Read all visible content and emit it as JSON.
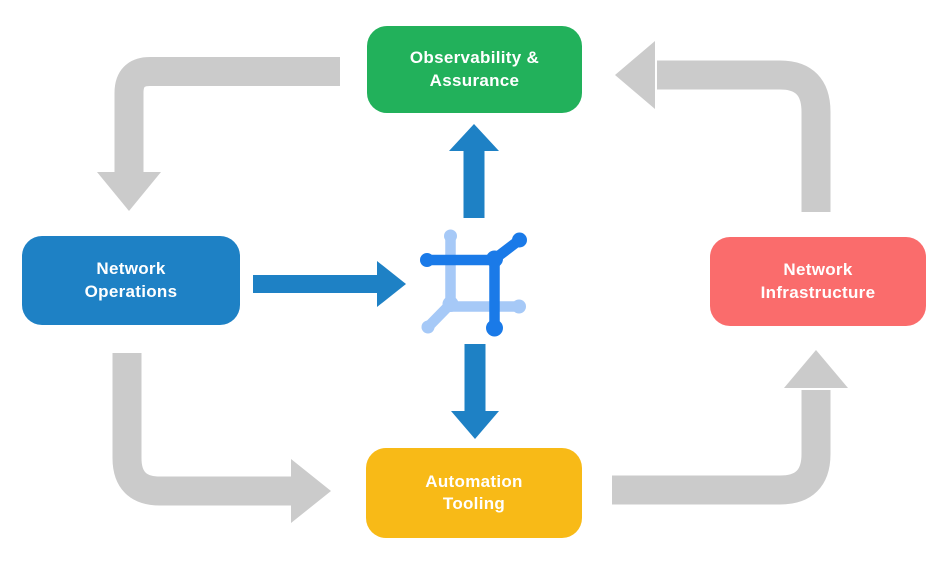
{
  "colors": {
    "background": "#FFFFFF",
    "green": "#22B15B",
    "blue": "#1E81C5",
    "red": "#FA6C6C",
    "yellow": "#F8BA17",
    "arrow_gray": "#CBCBCB",
    "arrow_blue": "#1E81C5",
    "icon_dark_blue": "#1A7AE8",
    "icon_light_blue": "#A6C9F7",
    "label_text": "#FFFFFF"
  },
  "nodes": {
    "observability": {
      "label": "Observability & Assurance",
      "color": "#22B15B"
    },
    "operations": {
      "label": "Network Operations",
      "color": "#1E81C5"
    },
    "infrastructure": {
      "label": "Network Infrastructure",
      "color": "#FA6C6C"
    },
    "automation": {
      "label": "Automation Tooling",
      "color": "#F8BA17"
    }
  },
  "icons": {
    "center": {
      "name": "network-mesh-icon"
    }
  },
  "flows": [
    {
      "from": "Observability & Assurance",
      "to": "Network Operations",
      "style": "gray-elbow-arrow"
    },
    {
      "from": "Network Operations",
      "to": "Automation Tooling",
      "style": "gray-elbow-arrow"
    },
    {
      "from": "Automation Tooling",
      "to": "Network Infrastructure",
      "style": "gray-elbow-arrow"
    },
    {
      "from": "Network Infrastructure",
      "to": "Observability & Assurance",
      "style": "gray-elbow-arrow"
    },
    {
      "from": "Network Operations",
      "to": "network-mesh-icon",
      "style": "blue-straight-arrow"
    },
    {
      "from": "network-mesh-icon",
      "to": "Observability & Assurance",
      "style": "blue-straight-arrow"
    },
    {
      "from": "network-mesh-icon",
      "to": "Automation Tooling",
      "style": "blue-straight-arrow"
    }
  ]
}
